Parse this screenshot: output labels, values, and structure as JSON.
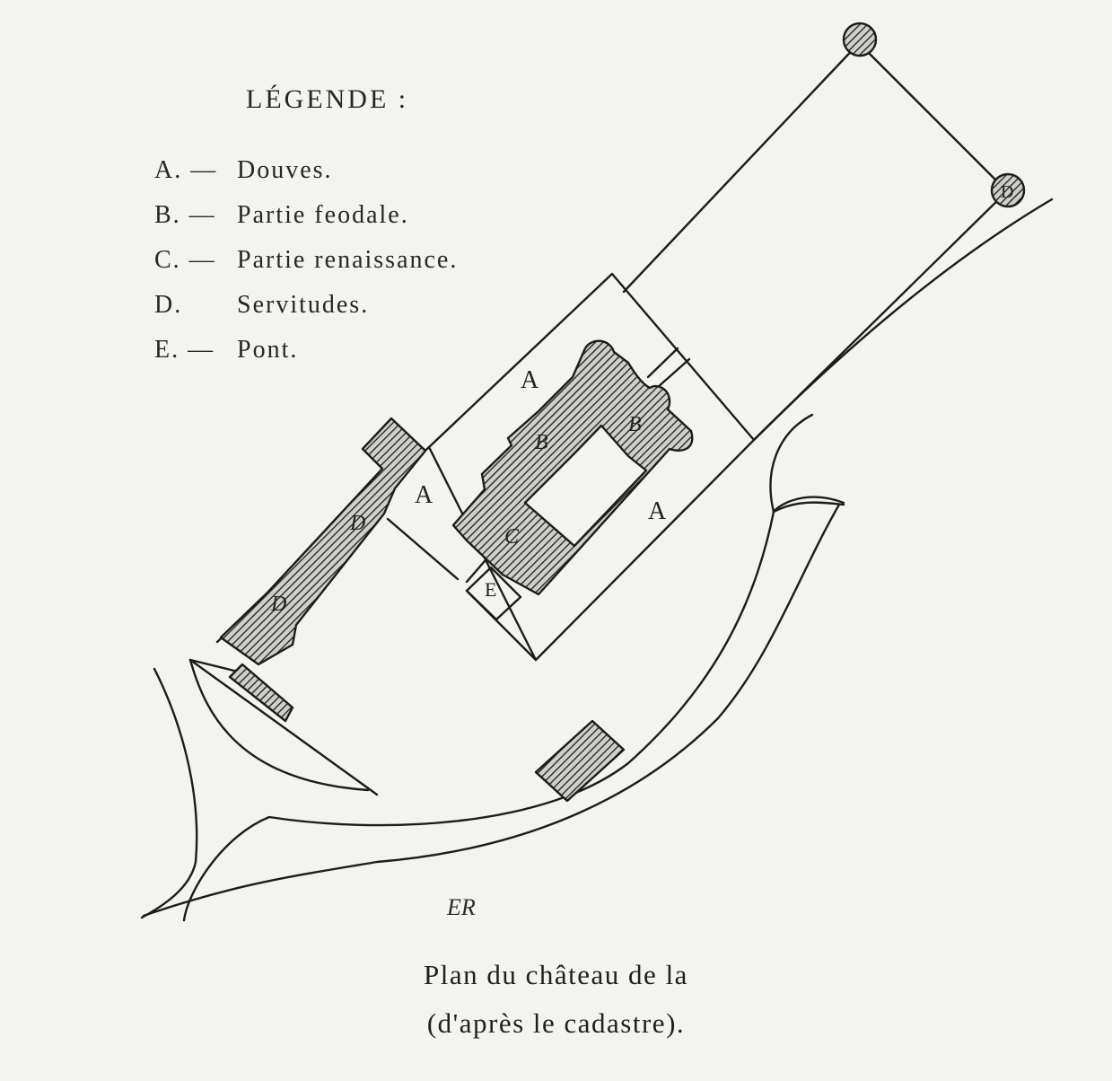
{
  "legend": {
    "title": "LÉGENDE :",
    "items": [
      {
        "key": "A. —",
        "label": "Douves."
      },
      {
        "key": "B. —",
        "label": "Partie feodale."
      },
      {
        "key": "C. —",
        "label": "Partie renaissance."
      },
      {
        "key": "D.",
        "label": "Servitudes."
      },
      {
        "key": "E. —",
        "label": "Pont."
      }
    ]
  },
  "plan_labels": {
    "moat_north": "A",
    "moat_west": "A",
    "moat_east": "A",
    "feudal": "B",
    "feudal_2": "B",
    "renaissance": "C",
    "outbuildings": "D",
    "outbuildings_2": "D",
    "bridge": "E",
    "tower_label": "D"
  },
  "signature": "ER",
  "caption": {
    "line1": "Plan du château de la",
    "line2": "(d'après le cadastre)."
  },
  "colors": {
    "ink": "#1c1c1c",
    "paper": "#f3f3ef"
  }
}
